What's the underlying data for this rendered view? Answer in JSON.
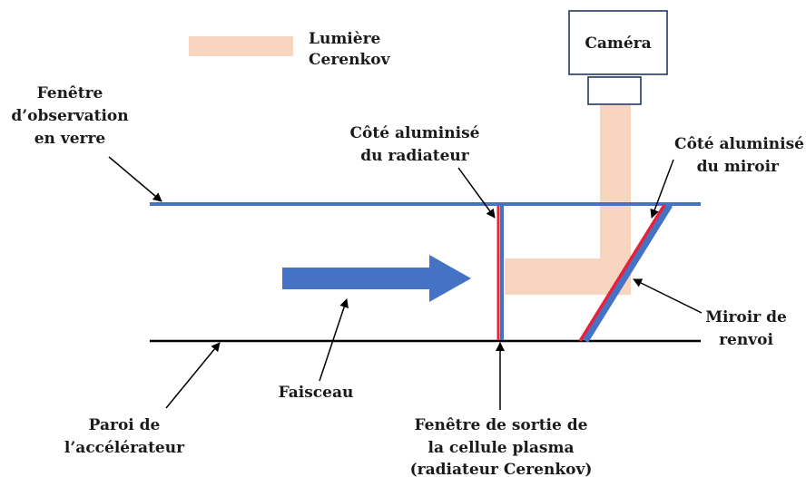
{
  "colors": {
    "beam": "#4472C4",
    "window_line": "#4472C4",
    "wall_line": "#000000",
    "cerenkov_light": "#F8D5BF",
    "aluminized_side": "#E8203A",
    "arrow": "#000000"
  },
  "legend": {
    "label_line1": "Lumière",
    "label_line2": "Cerenkov"
  },
  "camera": {
    "label": "Caméra"
  },
  "labels": {
    "observation_window": [
      "Fenêtre",
      "d’observation",
      "en verre"
    ],
    "radiator_aluminized": [
      "Côté aluminisé",
      "du radiateur"
    ],
    "mirror_aluminized": [
      "Côté aluminisé",
      "du miroir"
    ],
    "mirror": [
      "Miroir de",
      "renvoi"
    ],
    "beam": [
      "Faisceau"
    ],
    "accelerator_wall": [
      "Paroi de",
      "l’accélérateur"
    ],
    "exit_window": [
      "Fenêtre de sortie de",
      "la cellule plasma",
      "(radiateur Cerenkov)"
    ]
  }
}
